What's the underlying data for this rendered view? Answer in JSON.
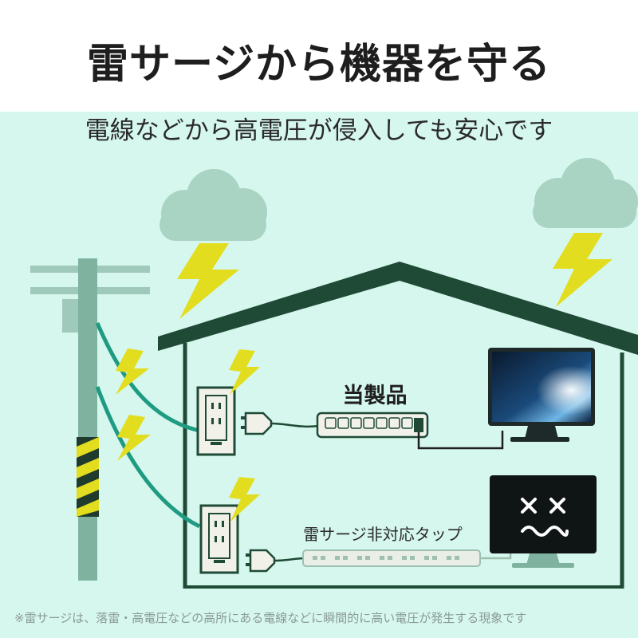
{
  "title": "雷サージから機器を守る",
  "subtitle": "電線などから高電圧が侵入しても安心です",
  "labels": {
    "product": "当製品",
    "non_surge_tap": "雷サージ非対応タップ"
  },
  "footnote": "※雷サージは、落雷・高電圧などの高所にある電線などに瞬間的に高い電圧が発生する現象です",
  "colors": {
    "background_panel": "#d6f7ee",
    "house_outline": "#1f4a36",
    "lightning": "#e3dd1f",
    "cloud": "#a9d3c3",
    "wire": "#1f9b82",
    "pole": "#7fb3a0"
  },
  "icons": {
    "broken_monitor_face": "x-eyes-wavy-mouth",
    "lightning_bolt": "lightning-icon",
    "cloud": "cloud-icon"
  }
}
